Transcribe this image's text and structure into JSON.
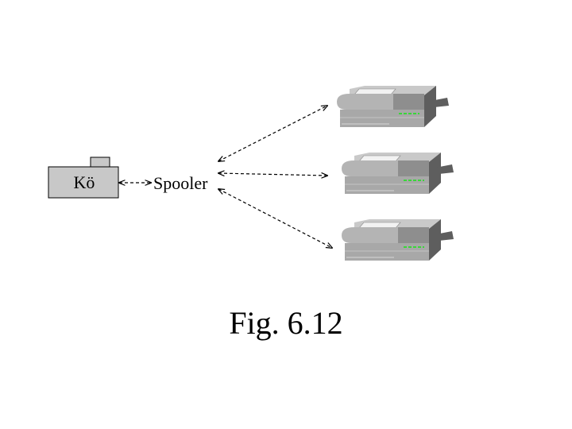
{
  "diagram": {
    "queue_label": "Kö",
    "spooler_label": "Spooler",
    "printers": [
      "printer",
      "printer",
      "printer"
    ]
  },
  "caption": "Fig. 6.12",
  "colors": {
    "queue_fill": "#c8c8c8",
    "printer_light": "#bcbcbc",
    "printer_mid": "#9a9a9a",
    "printer_dark": "#5e5e5e",
    "led": "#39d639"
  }
}
